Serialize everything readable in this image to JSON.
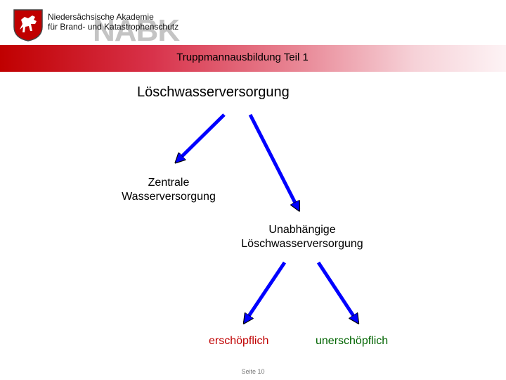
{
  "header": {
    "org_line1": "Niedersächsische Akademie",
    "org_line2": "für Brand- und Katastrophenschutz",
    "watermark": "NABK",
    "band_title": "Truppmannausbildung Teil 1"
  },
  "slide": {
    "title": "Löschwasserversorgung",
    "node_central_line1": "Zentrale",
    "node_central_line2": "Wasserversorgung",
    "node_independent_line1": "Unabhängige",
    "node_independent_line2": "Löschwasserversorgung",
    "leaf_exhaustible": "erschöpflich",
    "leaf_inexhaustible": "unerschöpflich"
  },
  "footer": {
    "page_label": "Seite 10"
  },
  "colors": {
    "arrow_fill": "#0000ff",
    "band_start": "#c00000",
    "leaf_exhaustible": "#c00000",
    "leaf_inexhaustible": "#006400"
  },
  "icons": {
    "logo": "lower-saxony-horse-crest-icon"
  }
}
